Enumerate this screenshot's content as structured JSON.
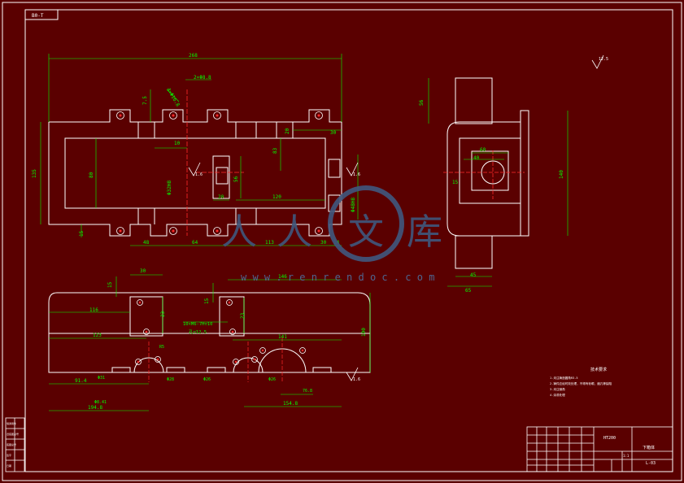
{
  "drawing": {
    "corner_label": "B0-T",
    "dims_front": {
      "overall_width": "268",
      "hole_note": "2×Φ8.8",
      "slot_note": "4×Φ16.8",
      "d_7_5": "7.5",
      "d_10": "10",
      "d_20a": "20",
      "d_30": "30",
      "d_83": "83",
      "d_120": "120",
      "d_20b": "20",
      "d_56": "56",
      "d_80": "80",
      "d_135": "135",
      "d_15": "15",
      "d_48": "48",
      "d_64": "64",
      "d_113": "113",
      "d_30b": "30",
      "d_14": "14",
      "d_h8": "Φ32H8",
      "d_h9": "Φ48H8"
    },
    "dims_side": {
      "d_56": "56",
      "d_60": "60",
      "d_40": "40",
      "d_15": "15",
      "d_140": "140",
      "d_45": "45",
      "d_65": "65"
    },
    "dims_bottom": {
      "d_30": "30",
      "d_15a": "15",
      "d_116": "116",
      "d_23": "23",
      "d_123": "123",
      "d_15b": "15",
      "d_146": "146",
      "d_23b": "23",
      "d_141": "141",
      "d_100": "100",
      "thread_note": "10×M6-7H▽10",
      "thread_note2": "孔▽12.5",
      "d_91": "91.4",
      "d_r1": "Φ31",
      "d_r2": "Φ28",
      "d_r3": "Φ26",
      "d_r4": "Φ26",
      "d_194": "194.8",
      "d_154": "154.8",
      "d_61": "Φ8.41",
      "d_76": "76.8",
      "d_r5": "R5"
    },
    "roughness": {
      "r1": "1.6",
      "r2": "1.6",
      "r3": "1.6",
      "r4": "1.6",
      "top_right": "12.5"
    },
    "notes": {
      "title": "技术要求",
      "lines": [
        "1.未注铸造圆角R3-5",
        "2.铸件应经时效处理，不得有砂眼、缩孔等缺陷",
        "3.未注倒角",
        "4.涂漆处理"
      ]
    },
    "watermark": {
      "chars": [
        "人",
        "人",
        "文",
        "库"
      ],
      "url": "w w w . r e n r e n d o c . c o m"
    },
    "title_block": {
      "material": "HT200",
      "part_name": "下箱体",
      "drawing_no": "L-03",
      "scale": "1:1"
    },
    "left_strip": [
      "借通用件",
      "旧底图总号",
      "底图总号",
      "签字",
      "日期"
    ]
  }
}
